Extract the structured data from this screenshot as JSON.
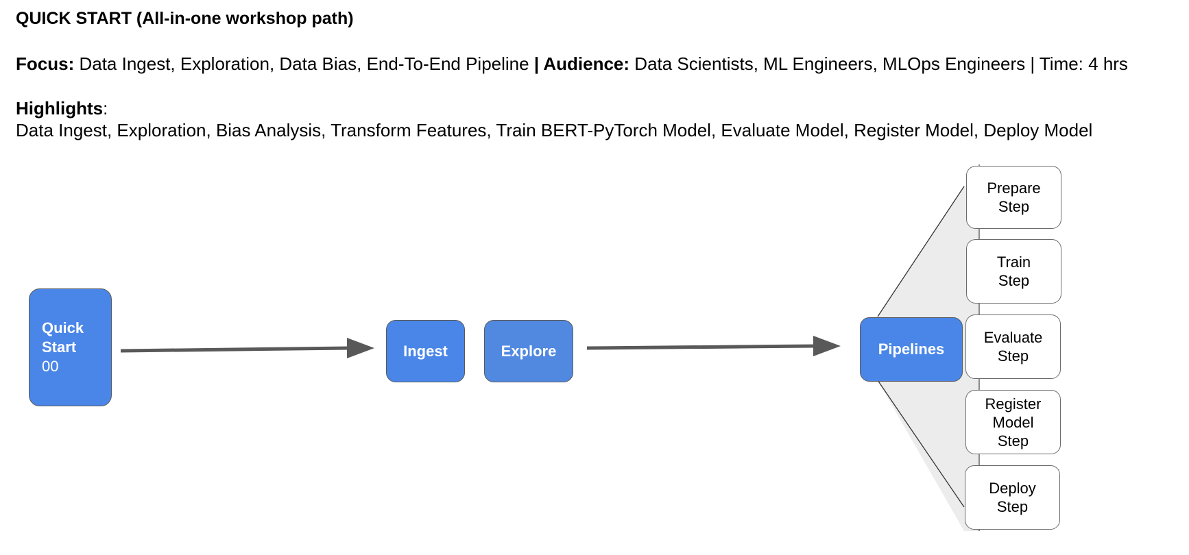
{
  "header": {
    "title": "QUICK START (All-in-one workshop path)",
    "focus_label": "Focus:",
    "focus_text": " Data Ingest, Exploration, Data Bias, End-To-End Pipeline ",
    "separator_bold": "|",
    "audience_label": " Audience:",
    "audience_text": " Data Scientists, ML Engineers, MLOps Engineers | Time: 4 hrs",
    "highlights_label": "Highlights",
    "highlights_colon": ":",
    "highlights_text": "Data Ingest, Exploration, Bias Analysis, Transform Features, Train BERT-PyTorch Model, Evaluate Model, Register Model, Deploy Model"
  },
  "diagram": {
    "colors": {
      "node_blue": "#4a86e8",
      "node_blue_alt": "#5189e0",
      "arrow": "#595959",
      "fan_fill": "#ececec"
    },
    "quick_start": {
      "line1": "Quick",
      "line2": "Start",
      "line3": "00"
    },
    "ingest": "Ingest",
    "explore": "Explore",
    "pipelines": "Pipelines",
    "steps": [
      {
        "line1": "Prepare",
        "line2": "Step"
      },
      {
        "line1": "Train",
        "line2": "Step"
      },
      {
        "line1": "Evaluate",
        "line2": "Step"
      },
      {
        "line1": "Register",
        "line2": "Model",
        "line3": "Step"
      },
      {
        "line1": "Deploy",
        "line2": "Step"
      }
    ]
  }
}
